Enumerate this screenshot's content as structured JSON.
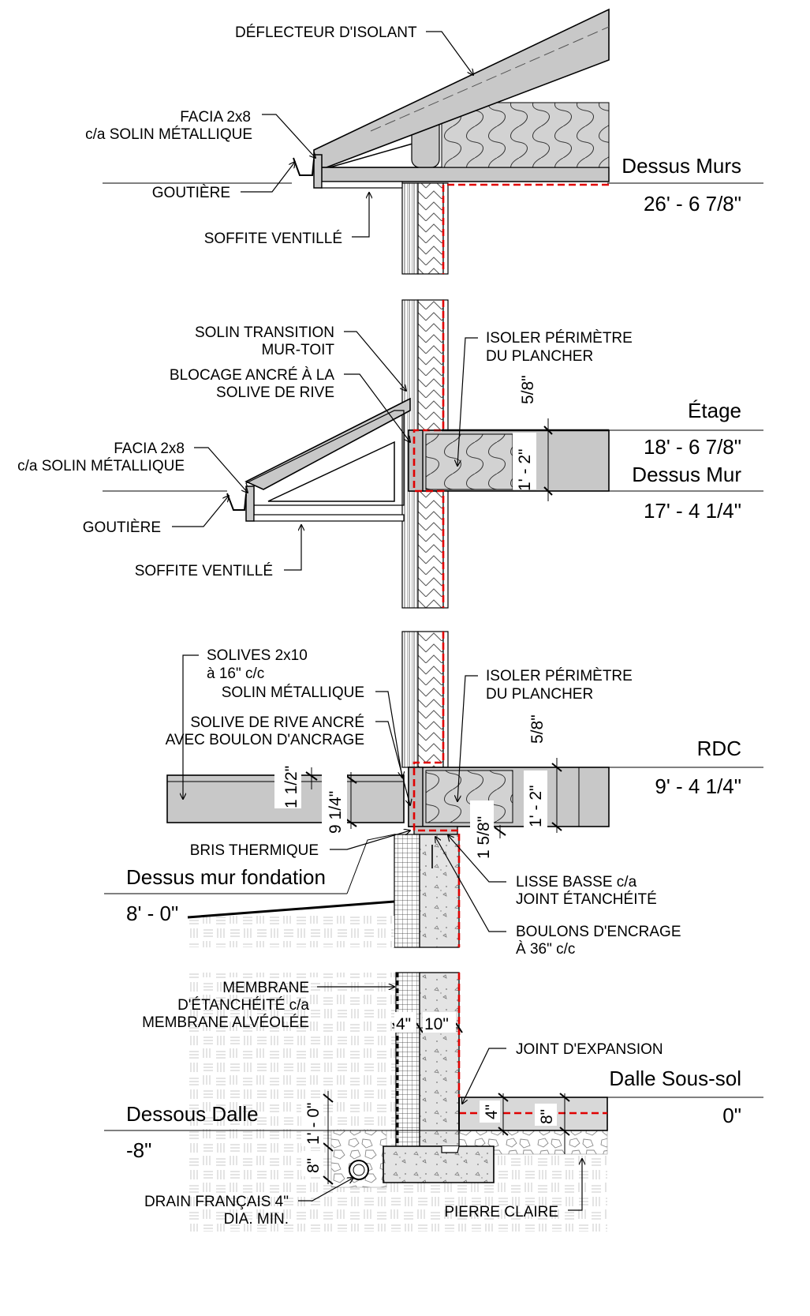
{
  "sections": {
    "roof": {
      "labels": {
        "deflector": "DÉFLECTEUR D'ISOLANT",
        "facia_1": "FACIA 2x8",
        "facia_2": "c/a SOLIN MÉTALLIQUE",
        "gutter": "GOUTIÈRE",
        "soffit": "SOFFITE VENTILLÉ"
      },
      "level": {
        "name": "Dessus Murs",
        "elevation": "26' - 6 7/8\""
      }
    },
    "etage": {
      "labels": {
        "transition_1": "SOLIN TRANSITION",
        "transition_2": "MUR-TOIT",
        "blocking_1": "BLOCAGE ANCRÉ À LA",
        "blocking_2": "SOLIVE DE RIVE",
        "insulate_1": "ISOLER PÉRIMÈTRE",
        "insulate_2": "DU PLANCHER",
        "facia_1": "FACIA 2x8",
        "facia_2": "c/a SOLIN MÉTALLIQUE",
        "gutter": "GOUTIÈRE",
        "soffit": "SOFFITE VENTILLÉ"
      },
      "dims": {
        "top": "5/8\"",
        "joist": "1' - 2\""
      },
      "level_1": {
        "name": "Étage",
        "elevation": "18' - 6 7/8\""
      },
      "level_2": {
        "name": "Dessus Mur",
        "elevation": "17' - 4 1/4\""
      }
    },
    "rdc": {
      "labels": {
        "joists_1": "SOLIVES 2x10",
        "joists_2": "à 16\" c/c",
        "flashing": "SOLIN MÉTALLIQUE",
        "rim_1": "SOLIVE DE RIVE ANCRÉ",
        "rim_2": "AVEC BOULON D'ANCRAGE",
        "insulate_1": "ISOLER PÉRIMÈTRE",
        "insulate_2": "DU PLANCHER",
        "thermal_break": "BRIS THERMIQUE",
        "sill_1": "LISSE BASSE c/a",
        "sill_2": "JOINT ÉTANCHÉITÉ",
        "bolts_1": "BOULONS D'ENCRAGE",
        "bolts_2": "À 36\" c/c"
      },
      "dims": {
        "deck": "1 1/2\"",
        "joist_depth": "9 1/4\"",
        "top": "5/8\"",
        "joist": "1' - 2\"",
        "sill": "1 5/8\""
      },
      "level_1": {
        "name": "RDC",
        "elevation": "9' - 4 1/4\""
      },
      "level_2": {
        "name": "Dessus mur fondation",
        "elevation": "8' - 0\""
      }
    },
    "basement": {
      "labels": {
        "membrane_1": "MEMBRANE",
        "membrane_2": "D'ÉTANCHÉITÉ c/a",
        "membrane_3": "MEMBRANE ALVÉOLÉE",
        "expansion": "JOINT D'EXPANSION",
        "drain_1": "DRAIN FRANÇAIS 4\"",
        "drain_2": "DIA. MIN.",
        "stone": "PIERRE CLAIRE"
      },
      "dims": {
        "insul": "4\"",
        "wall": "10\"",
        "slab": "4\"",
        "stone": "8\"",
        "footing_h": "1' - 0\"",
        "footing_low": "8\""
      },
      "level_1": {
        "name": "Dalle Sous-sol",
        "elevation": "0\""
      },
      "level_2": {
        "name": "Dessous Dalle",
        "elevation": "-8\""
      }
    }
  },
  "colors": {
    "line": "#000000",
    "air_barrier": "#e00000",
    "wood": "#c8c8c8",
    "concrete": "#e2e2e2"
  }
}
